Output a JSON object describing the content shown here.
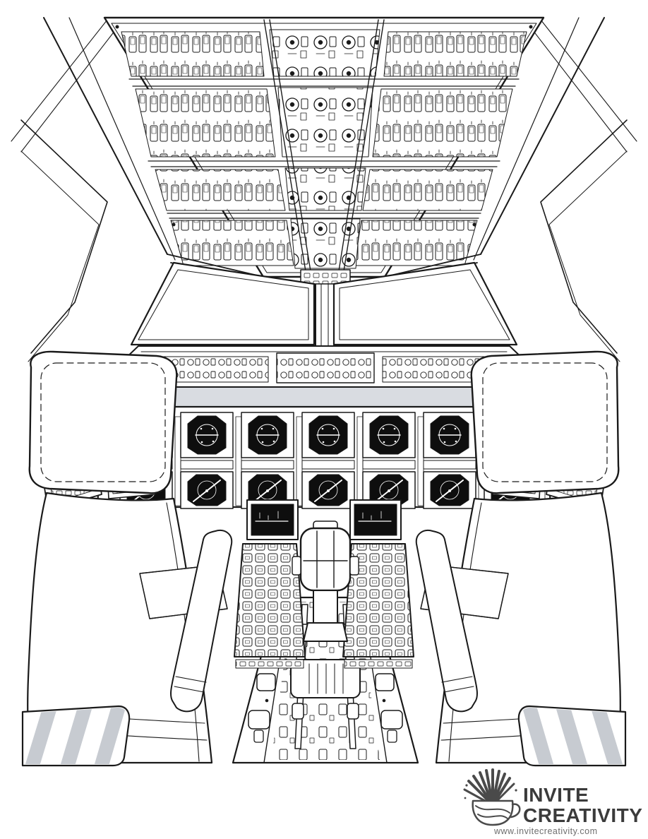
{
  "colors": {
    "ink": "#1a1a1a",
    "paper": "#ffffff",
    "shade": "#d9dce1",
    "screen": "#0e0e0e",
    "stripe": "#c7cbd1",
    "logo_text": "#3b3b3b",
    "logo_muted": "#6e6e6e",
    "logo_icon": "#4a4a4a"
  },
  "logo": {
    "brand_line1": "INVITE",
    "brand_line2": "CREATIVITY",
    "website": "www.invitecreativity.com",
    "icon": "pencil-cup-icon"
  }
}
